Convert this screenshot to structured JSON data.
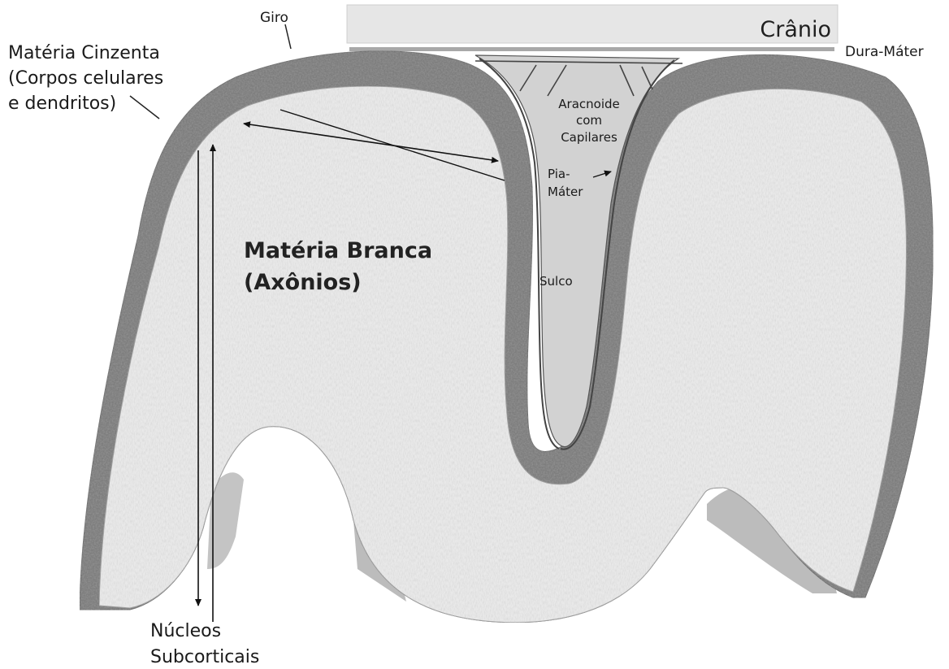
{
  "labels": {
    "cranio": "Crânio",
    "dura_mater": "Dura-Máter",
    "giro": "Giro",
    "materia_cinzenta": [
      "Matéria Cinzenta",
      "(Corpos celulares",
      "e dendritos)"
    ],
    "aracnoide": [
      "Aracnoide",
      "com",
      "Capilares"
    ],
    "pia_mater": [
      "Pia-",
      "Máter"
    ],
    "materia_branca": [
      "Matéria Branca",
      "(Axônios)"
    ],
    "sulco": "Sulco",
    "nucleos": [
      "Núcleos",
      "Subcorticais"
    ]
  },
  "colors": {
    "skull": "#e6e6e6",
    "dura": "#a8a8a8",
    "gray_matter": "#7d7d7d",
    "white_matter": "#e9e9e9",
    "sulcus_fill": "#d2d2d2",
    "side_face": "#bcbcbc"
  }
}
